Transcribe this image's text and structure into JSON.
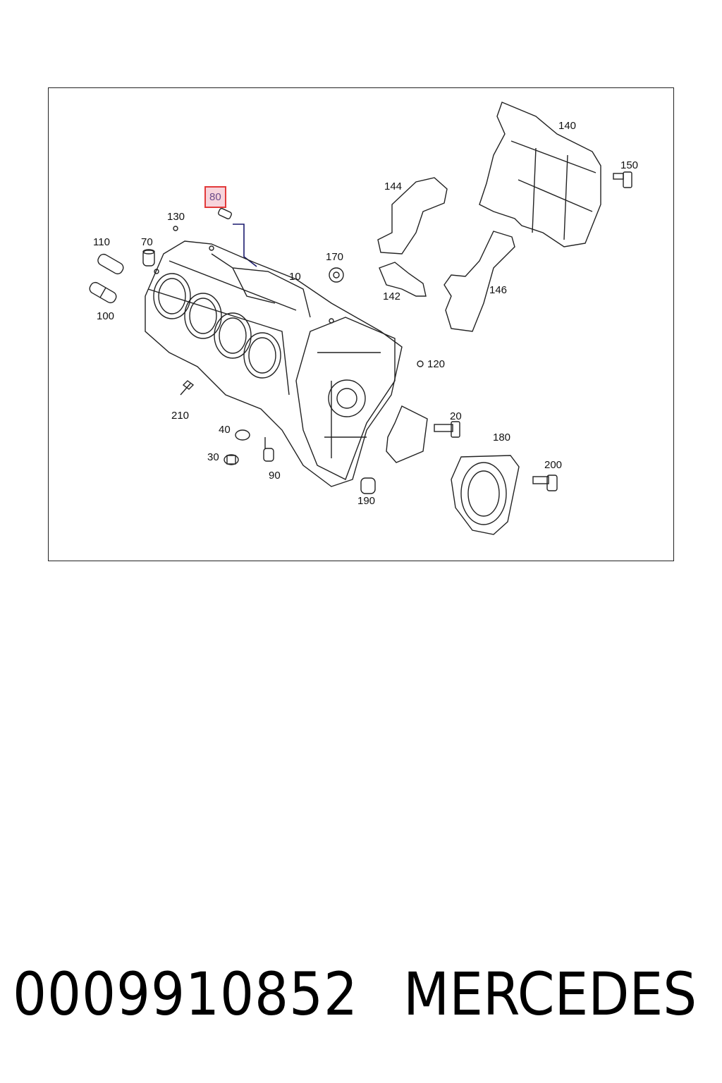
{
  "diagram": {
    "callouts": {
      "c80": "80",
      "c130": "130",
      "c110": "110",
      "c70": "70",
      "c100": "100",
      "c10": "10",
      "c170": "170",
      "c144": "144",
      "c142": "142",
      "c140": "140",
      "c150": "150",
      "c146": "146",
      "c120": "120",
      "c210": "210",
      "c40": "40",
      "c30": "30",
      "c90": "90",
      "c20": "20",
      "c180": "180",
      "c200": "200",
      "c190": "190"
    },
    "highlighted_callout": "80",
    "highlight_color": "#e23a3a"
  },
  "footer": {
    "part_number": "0009910852",
    "brand": "MERCEDES"
  }
}
